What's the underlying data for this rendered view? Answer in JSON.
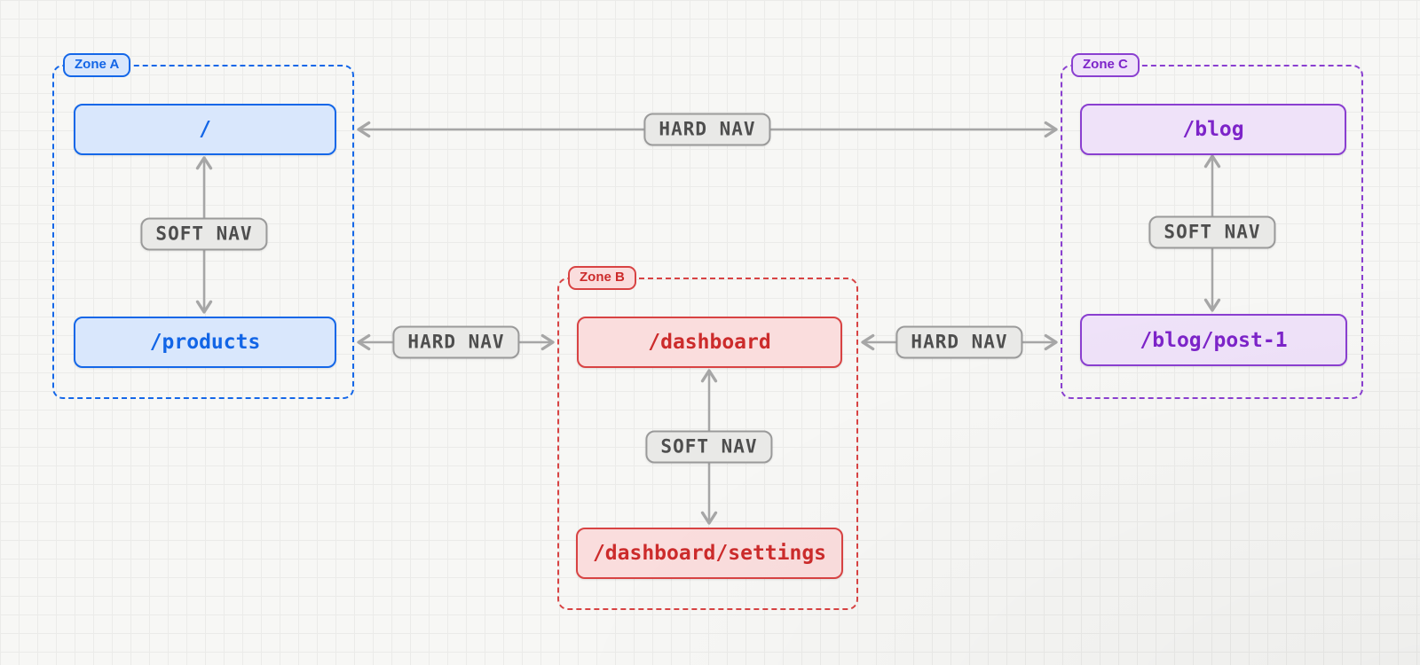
{
  "diagram": {
    "title_hint": "route-zones navigation diagram",
    "zones": [
      {
        "id": "A",
        "label": "Zone A",
        "accent": "#1467e8",
        "fill": "#d9e7fc",
        "routes": [
          {
            "path": "/"
          },
          {
            "path": "/products"
          }
        ]
      },
      {
        "id": "B",
        "label": "Zone B",
        "accent": "#d84343",
        "fill": "#fadddd",
        "routes": [
          {
            "path": "/dashboard"
          },
          {
            "path": "/dashboard/settings"
          }
        ]
      },
      {
        "id": "C",
        "label": "Zone C",
        "accent": "#8a3fd0",
        "fill": "#efe2f9",
        "routes": [
          {
            "path": "/blog"
          },
          {
            "path": "/blog/post-1"
          }
        ]
      }
    ],
    "edges": [
      {
        "type": "soft",
        "label": "SOFT NAV",
        "from": "/",
        "to": "/products",
        "direction": "bidirectional"
      },
      {
        "type": "hard",
        "label": "HARD NAV",
        "from": "/",
        "to": "/blog",
        "direction": "bidirectional"
      },
      {
        "type": "hard",
        "label": "HARD NAV",
        "from": "/products",
        "to": "/dashboard",
        "direction": "bidirectional"
      },
      {
        "type": "soft",
        "label": "SOFT NAV",
        "from": "/dashboard",
        "to": "/dashboard/settings",
        "direction": "bidirectional"
      },
      {
        "type": "hard",
        "label": "HARD NAV",
        "from": "/dashboard",
        "to": "/blog/post-1",
        "direction": "bidirectional"
      },
      {
        "type": "soft",
        "label": "SOFT NAV",
        "from": "/blog",
        "to": "/blog/post-1",
        "direction": "bidirectional"
      }
    ],
    "colors": {
      "background": "#f7f7f5",
      "grid_line": "#ebebe9",
      "arrow": "#a6a6a6",
      "nav_pill_bg": "#e9e9e7",
      "nav_pill_border": "#9a9a9a",
      "nav_pill_text": "#4e4e4e"
    }
  }
}
